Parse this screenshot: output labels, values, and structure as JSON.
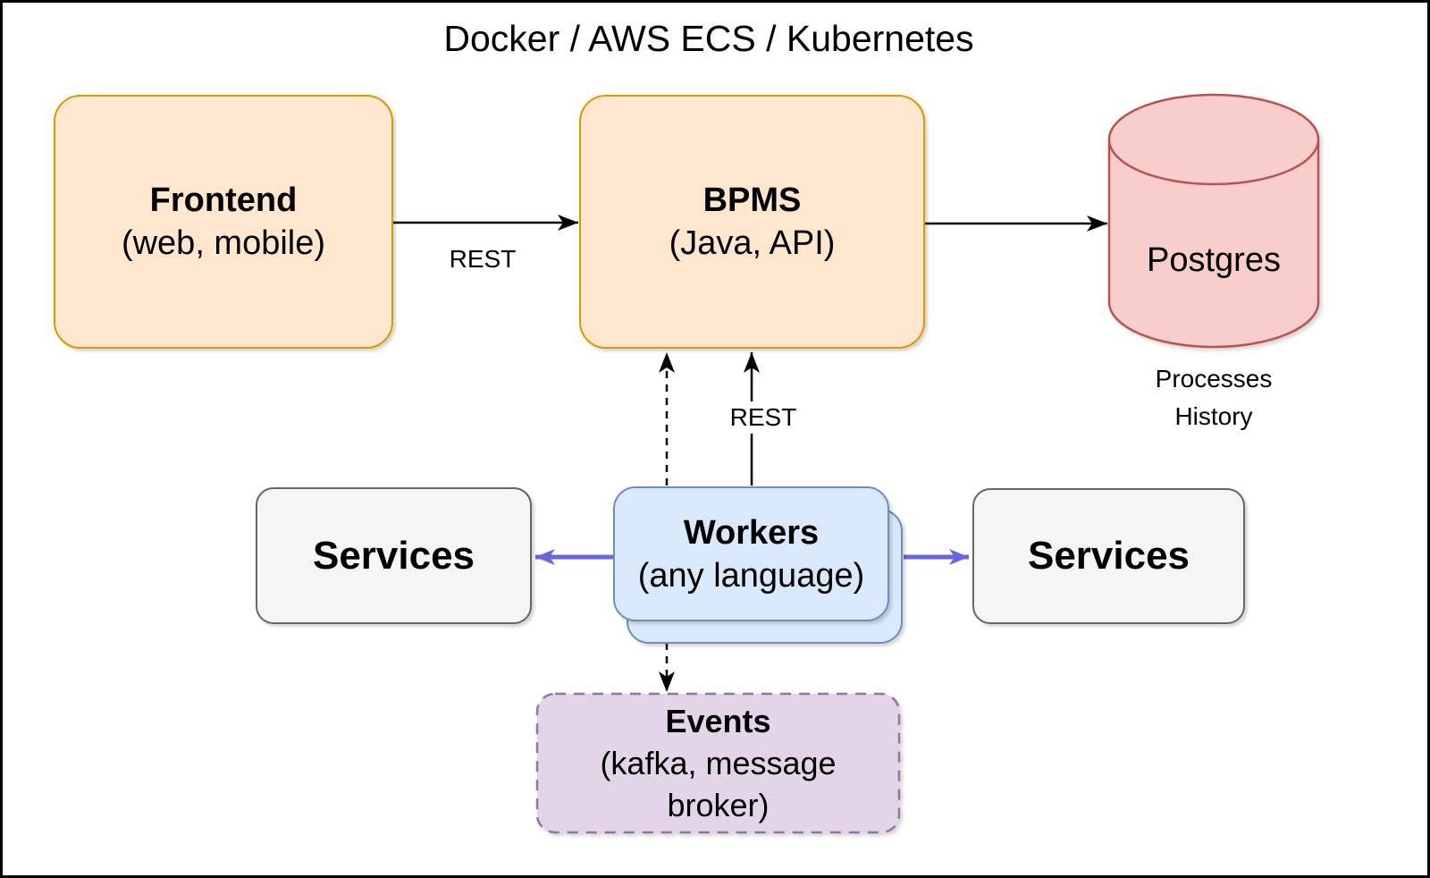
{
  "title": {
    "text": "Docker / AWS ECS / Kubernetes"
  },
  "nodes": {
    "frontend": {
      "title": "Frontend",
      "subtitle": "(web, mobile)"
    },
    "bpms": {
      "title": "BPMS",
      "subtitle": "(Java, API)"
    },
    "postgres": {
      "label": "Postgres",
      "caption_line1": "Processes",
      "caption_line2": "History"
    },
    "services_left": {
      "label": "Services"
    },
    "services_right": {
      "label": "Services"
    },
    "workers": {
      "title": "Workers",
      "subtitle": "(any language)"
    },
    "events": {
      "title": "Events",
      "subtitle_line1": "(kafka, message",
      "subtitle_line2": "broker)"
    }
  },
  "edges": {
    "frontend_bpms": {
      "label": "REST"
    },
    "workers_bpms": {
      "label": "REST"
    }
  },
  "colors": {
    "canvas_border": "#000000",
    "box_orange_fill": "#FFE6CC",
    "box_orange_stroke": "#D79B00",
    "db_red_fill": "#F8CECC",
    "db_red_stroke": "#B85450",
    "box_blue_fill": "#DAE8FC",
    "box_blue_stroke": "#6C8EBF",
    "box_gray_fill": "#F5F5F5",
    "box_gray_stroke": "#666666",
    "box_purple_fill": "#E1D5E7",
    "box_purple_stroke": "#9673A6",
    "arrow_black": "#000000",
    "arrow_violet": "#6565E6",
    "text": "#000000"
  }
}
